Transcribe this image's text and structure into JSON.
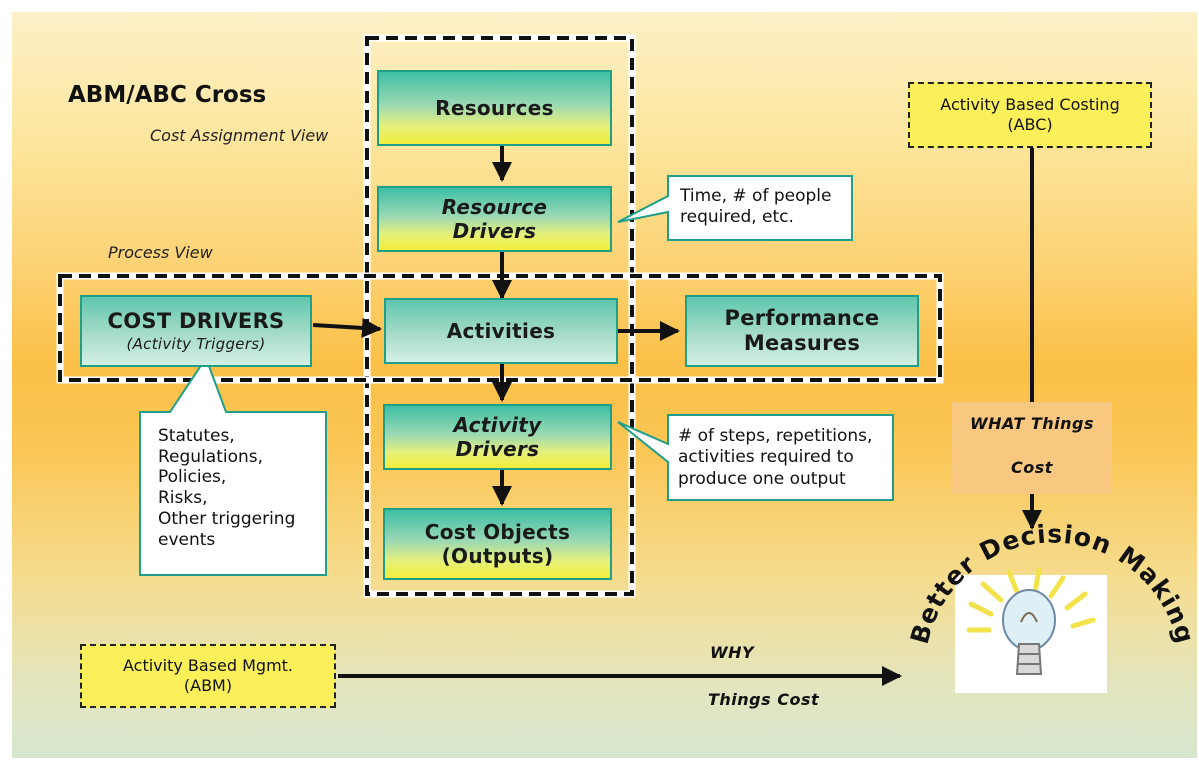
{
  "title": "ABM/ABC Cross",
  "views": {
    "cost_assignment": "Cost Assignment View",
    "process": "Process View"
  },
  "nodes": {
    "resources": "Resources",
    "resource_drivers_1": "Resource",
    "resource_drivers_2": "Drivers",
    "activities": "Activities",
    "activity_drivers_1": "Activity",
    "activity_drivers_2": "Drivers",
    "cost_objects_1": "Cost Objects",
    "cost_objects_2": "(Outputs)",
    "cost_drivers_1": "COST DRIVERS",
    "cost_drivers_2": "(Activity Triggers)",
    "performance_1": "Performance",
    "performance_2": "Measures"
  },
  "callouts": {
    "resource_drivers": [
      "Time, # of people",
      "required, etc."
    ],
    "activity_drivers": [
      "# of steps, repetitions,",
      "activities required to",
      "produce one output"
    ],
    "cost_drivers": [
      "Statutes,",
      "Regulations,",
      "Policies,",
      "Risks,",
      "Other triggering",
      "events"
    ]
  },
  "abc": {
    "line1": "Activity Based Costing",
    "line2": "(ABC)"
  },
  "abm": {
    "line1": "Activity Based Mgmt.",
    "line2": "(ABM)"
  },
  "what_label": {
    "line1": "WHAT Things",
    "line2": "Cost"
  },
  "why_label": {
    "line1": "WHY",
    "line2": "Things Cost"
  },
  "decision": "Better Decision Making",
  "icons": {
    "bulb": "lightbulb-icon"
  }
}
